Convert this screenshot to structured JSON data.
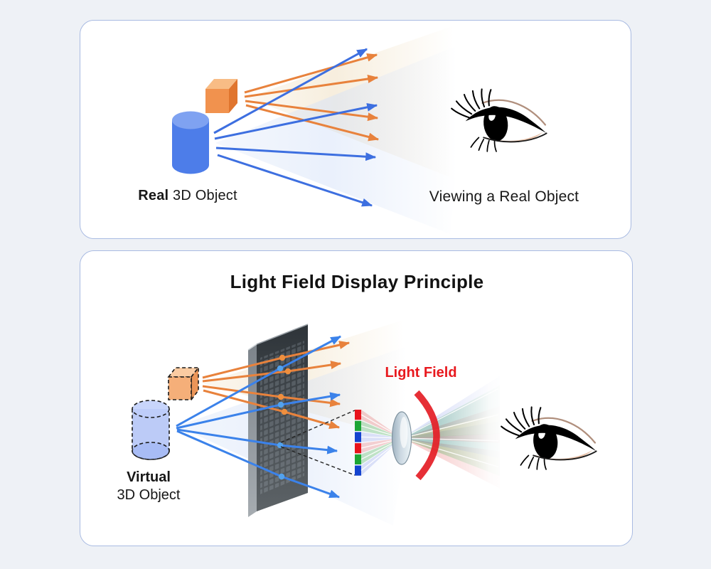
{
  "top_panel": {
    "object_label_bold": "Real",
    "object_label_rest": " 3D Object",
    "caption": "Viewing a Real Object"
  },
  "bottom_panel": {
    "title": "Light Field Display Principle",
    "object_label_line1": "Virtual",
    "object_label_line2": "3D Object",
    "light_field_label": "Light Field"
  },
  "colors": {
    "page_background": "#eef1f6",
    "panel_border": "#a9bbe2",
    "blue_ray": "#3d6fe0",
    "blue_ray_bottom": "#3b82ea",
    "orange_ray": "#e8823c",
    "cylinder_body": "#4d7de9",
    "cylinder_top": "#7fa2f1",
    "cube_front": "#f1924e",
    "cube_top": "#f8bc85",
    "cube_side": "#e0752e",
    "display_panel_dark": "#2e3439",
    "light_field_red": "#e8191e",
    "arc_red": "#e41f27",
    "pixel_red": "#e8131c",
    "pixel_green": "#1ca534",
    "pixel_blue": "#1443cf"
  }
}
